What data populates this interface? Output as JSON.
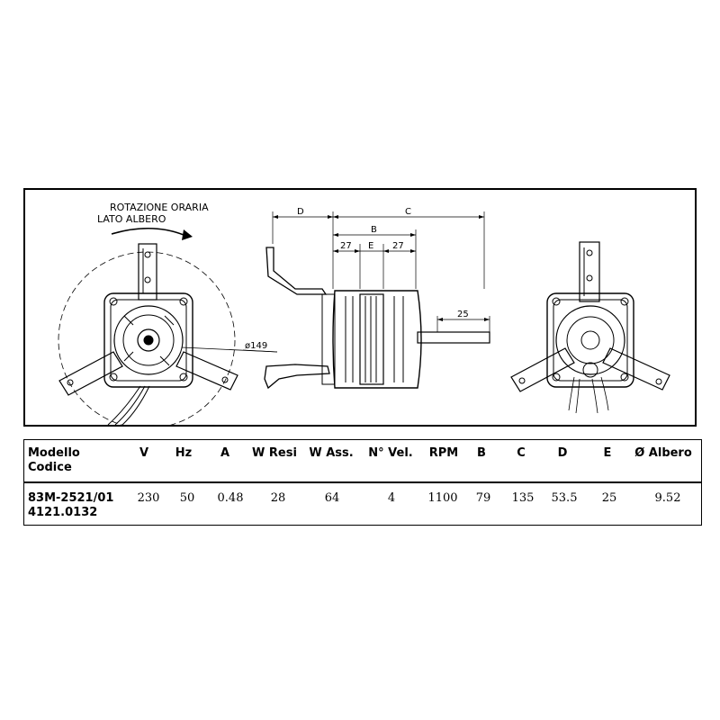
{
  "drawing": {
    "rotation_line1": "ROTAZIONE ORARIA",
    "rotation_line2": "LATO ALBERO",
    "diameter_label": "ø149",
    "dim_d": "D",
    "dim_c": "C",
    "dim_b": "B",
    "dim_e": "E",
    "dim_27_left": "27",
    "dim_27_right": "27",
    "dim_25": "25"
  },
  "table": {
    "headers": {
      "model_line1": "Modello",
      "model_line2": "Codice",
      "v": "V",
      "hz": "Hz",
      "a": "A",
      "w_resi": "W Resi",
      "w_ass": "W Ass.",
      "n_vel": "N° Vel.",
      "rpm": "RPM",
      "b": "B",
      "c": "C",
      "d": "D",
      "e": "E",
      "albero": "Ø Albero"
    },
    "row": {
      "model": "83M-2521/01",
      "code": "4121.0132",
      "v": "230",
      "hz": "50",
      "a": "0.48",
      "w_resi": "28",
      "w_ass": "64",
      "n_vel": "4",
      "rpm": "1100",
      "b": "79",
      "c": "135",
      "d": "53.5",
      "e": "25",
      "albero": "9.52"
    }
  }
}
